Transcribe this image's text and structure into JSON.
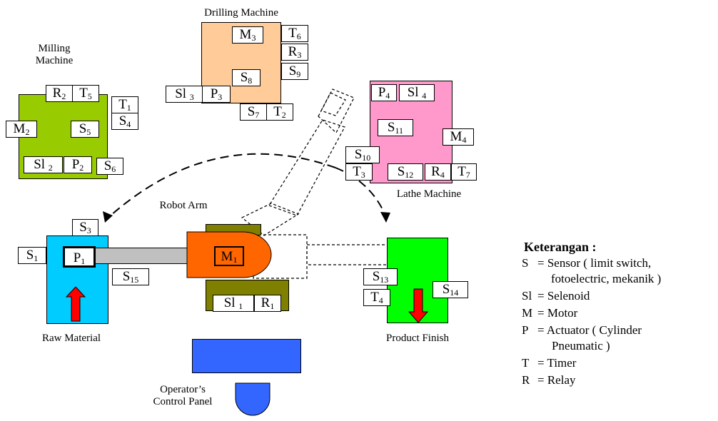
{
  "labels": {
    "milling": "Milling\nMachine",
    "drilling": "Drilling  Machine",
    "lathe": "Lathe Machine",
    "robot_arm": "Robot Arm",
    "raw_material": "Raw Material",
    "product_finish": "Product Finish",
    "control_panel": "Operator’s\nControl Panel"
  },
  "colors": {
    "milling": "#99CC00",
    "drilling": "#FFCC99",
    "lathe": "#FF99CC",
    "raw": "#00CCFF",
    "finish": "#00FF00",
    "robot_base": "#808000",
    "robot_head": "#FF6600",
    "panel": "#3366FF",
    "arrow": "#FF0000",
    "arm": "#C0C0C0"
  },
  "components": {
    "milling": [
      {
        "letter": "R",
        "sub": "2"
      },
      {
        "letter": "T",
        "sub": "5"
      },
      {
        "letter": "T",
        "sub": "1"
      },
      {
        "letter": "S",
        "sub": "4"
      },
      {
        "letter": "M",
        "sub": "2"
      },
      {
        "letter": "S",
        "sub": "5"
      },
      {
        "letter": "Sl ",
        "sub": "2"
      },
      {
        "letter": "P",
        "sub": "2"
      },
      {
        "letter": "S",
        "sub": "6"
      }
    ],
    "drilling": [
      {
        "letter": "M",
        "sub": "3"
      },
      {
        "letter": "T",
        "sub": "6"
      },
      {
        "letter": "R",
        "sub": "3"
      },
      {
        "letter": "S",
        "sub": "9"
      },
      {
        "letter": "S",
        "sub": "8"
      },
      {
        "letter": "Sl ",
        "sub": "3"
      },
      {
        "letter": "P",
        "sub": "3"
      },
      {
        "letter": "S",
        "sub": "7"
      },
      {
        "letter": "T",
        "sub": "2"
      }
    ],
    "lathe": [
      {
        "letter": "P",
        "sub": "4"
      },
      {
        "letter": "Sl ",
        "sub": "4"
      },
      {
        "letter": "S",
        "sub": "11"
      },
      {
        "letter": "M",
        "sub": "4"
      },
      {
        "letter": "S",
        "sub": "10"
      },
      {
        "letter": "T",
        "sub": "3"
      },
      {
        "letter": "S",
        "sub": "12"
      },
      {
        "letter": "R",
        "sub": "4"
      },
      {
        "letter": "T",
        "sub": "7"
      }
    ],
    "raw": [
      {
        "letter": "S",
        "sub": "3"
      },
      {
        "letter": "S",
        "sub": "1"
      },
      {
        "letter": "P",
        "sub": "1"
      },
      {
        "letter": "S",
        "sub": "15"
      }
    ],
    "robot": [
      {
        "letter": "M",
        "sub": "1"
      },
      {
        "letter": "Sl ",
        "sub": "1"
      },
      {
        "letter": "R",
        "sub": "1"
      }
    ],
    "finish": [
      {
        "letter": "S",
        "sub": "13"
      },
      {
        "letter": "T",
        "sub": "4"
      },
      {
        "letter": "S",
        "sub": "14"
      }
    ]
  },
  "legend": {
    "title": "Keterangan :",
    "rows": [
      {
        "key": "S",
        "text": "= Sensor ( limit switch,"
      },
      {
        "key": "",
        "text": "fotoelectric, mekanik )"
      },
      {
        "key": "Sl",
        "text": "= Selenoid"
      },
      {
        "key": "M",
        "text": "= Motor"
      },
      {
        "key": "P",
        "text": "= Actuator  ( Cylinder"
      },
      {
        "key": "",
        "text": "Pneumatic )"
      },
      {
        "key": "T",
        "text": "= Timer"
      },
      {
        "key": "R",
        "text": "= Relay"
      }
    ]
  }
}
